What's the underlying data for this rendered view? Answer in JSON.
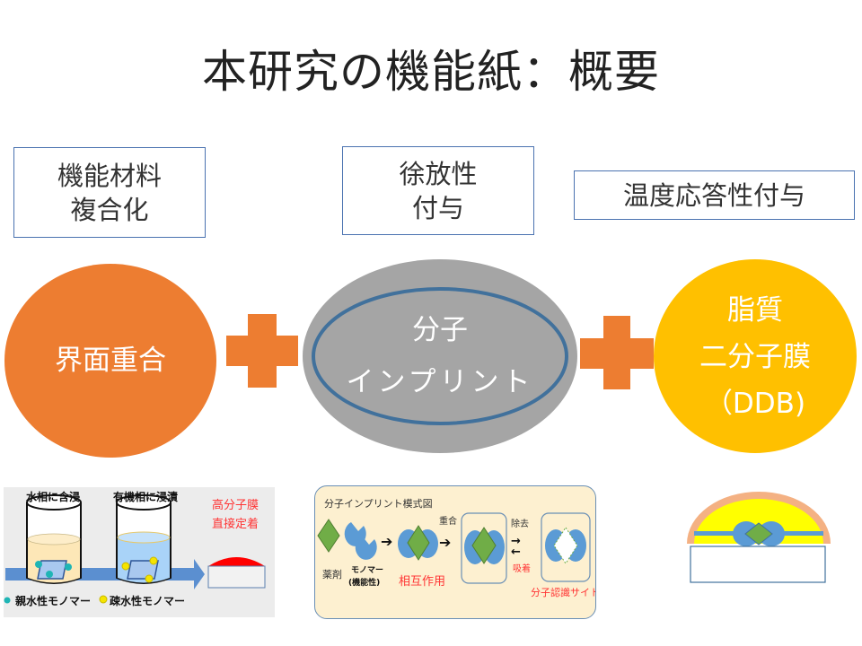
{
  "slide": {
    "title": "本研究の機能紙：概要"
  },
  "features": [
    {
      "lines": [
        "機能材料",
        "複合化"
      ]
    },
    {
      "lines": [
        "徐放性",
        "付与"
      ]
    },
    {
      "lines": [
        "温度応答性付与"
      ]
    }
  ],
  "components": [
    {
      "lines": [
        "界面重合"
      ],
      "color": "#ED7D31"
    },
    {
      "lines": [
        "分子",
        "インプリント"
      ],
      "color": "#A5A5A5",
      "ring_color": "#41719C"
    },
    {
      "lines": [
        "脂質",
        "二分子膜",
        "（DDB)"
      ],
      "color": "#FFC000"
    }
  ],
  "plus_color": "#ED7D31",
  "panels": {
    "interfacial": {
      "step1": "水相に含浸",
      "step2": "有機相に浸漬",
      "result": [
        "高分子膜",
        "直接定着"
      ],
      "legend_hydrophilic": "親水性モノマー",
      "legend_hydrophobic": "疎水性モノマー"
    },
    "imprint": {
      "title": "分子インプリント模式図",
      "drug": "薬剤",
      "monomer": "モノマー",
      "monomer_sub": "(機能性)",
      "interaction": "相互作用",
      "polymerize": "重合",
      "remove": "除去",
      "adsorb": "吸着",
      "site": "分子認識サイト"
    }
  }
}
